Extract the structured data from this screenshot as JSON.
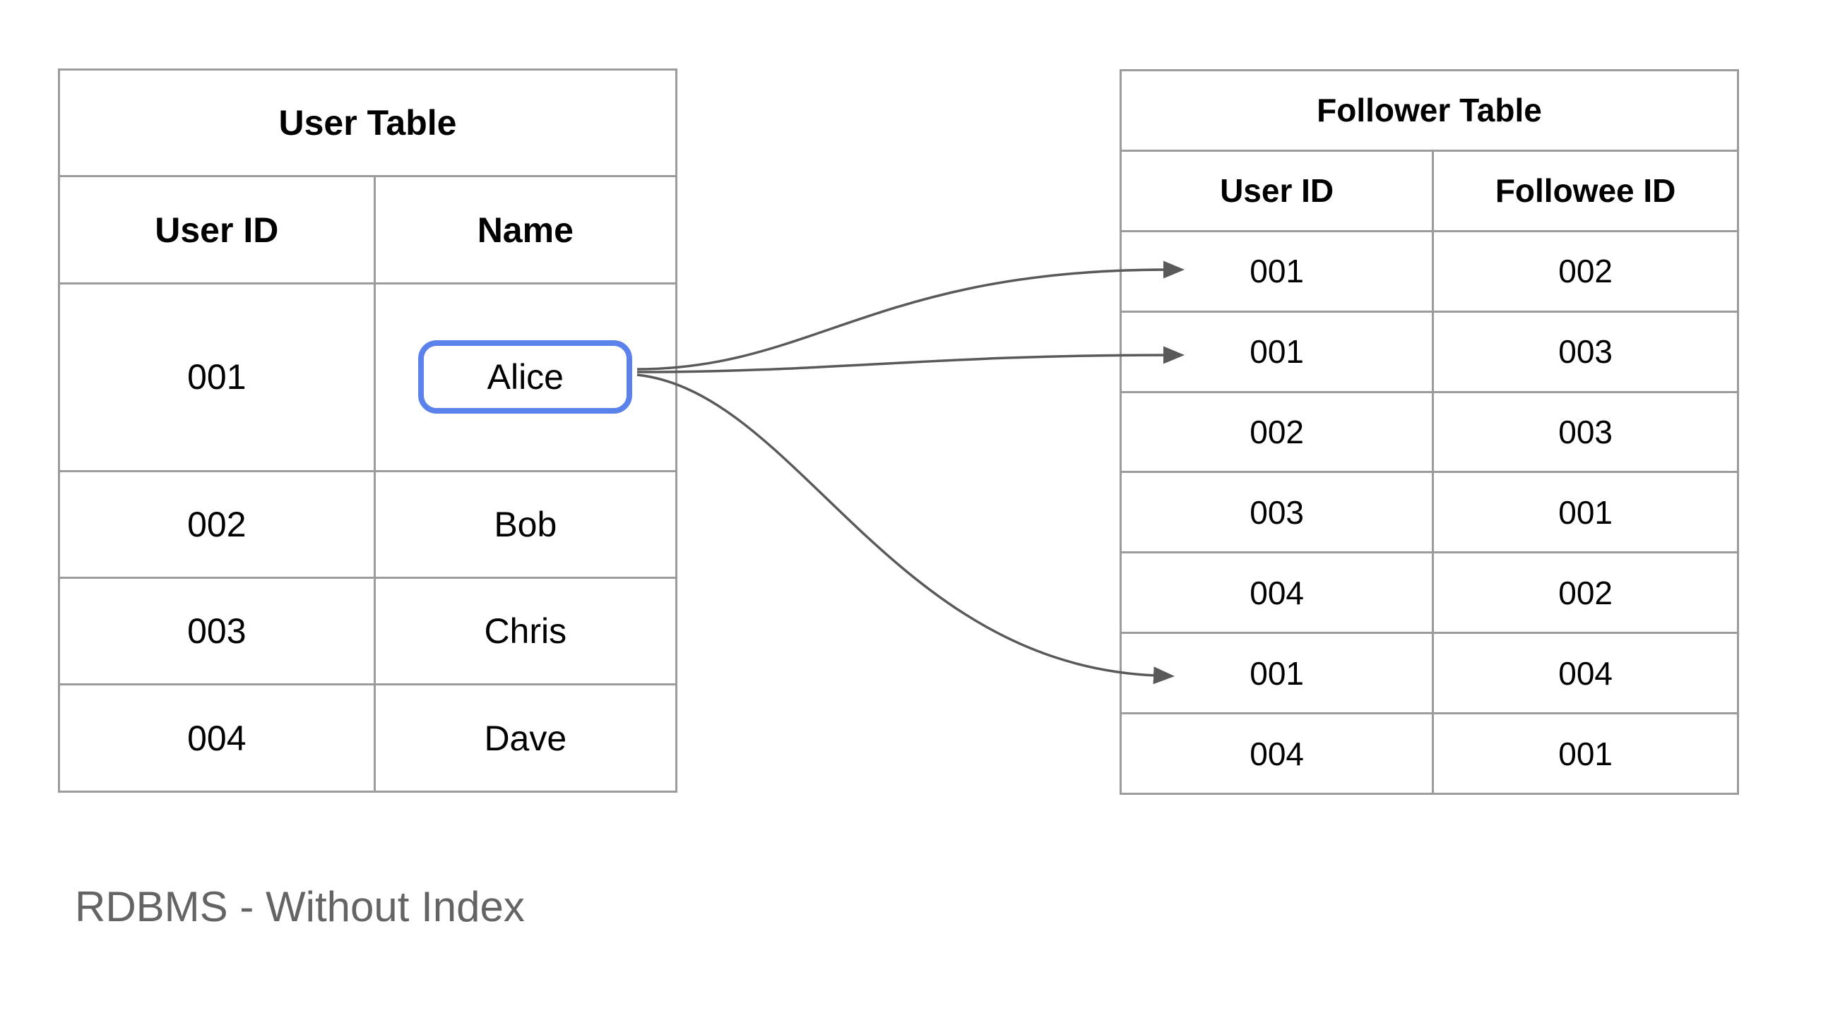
{
  "caption": {
    "text": "RDBMS - Without Index"
  },
  "colors": {
    "border": "#9b9b9b",
    "arrow": "#595959",
    "highlight": "#5b82ea",
    "caption": "#646464",
    "text": "#000000",
    "background": "#ffffff"
  },
  "user_table": {
    "title": "User Table",
    "columns": [
      "User ID",
      "Name"
    ],
    "rows": [
      [
        "001",
        "Alice"
      ],
      [
        "002",
        "Bob"
      ],
      [
        "003",
        "Chris"
      ],
      [
        "004",
        "Dave"
      ]
    ],
    "highlight_cell": "Alice"
  },
  "follower_table": {
    "title": "Follower Table",
    "columns": [
      "User ID",
      "Followee ID"
    ],
    "rows": [
      [
        "001",
        "002"
      ],
      [
        "001",
        "003"
      ],
      [
        "002",
        "003"
      ],
      [
        "003",
        "001"
      ],
      [
        "004",
        "002"
      ],
      [
        "001",
        "004"
      ],
      [
        "004",
        "001"
      ]
    ]
  },
  "relations": {
    "source_cell": "Alice",
    "matched_user_id": "001",
    "arrow_target_follower_rows": [
      1,
      2,
      6
    ]
  }
}
